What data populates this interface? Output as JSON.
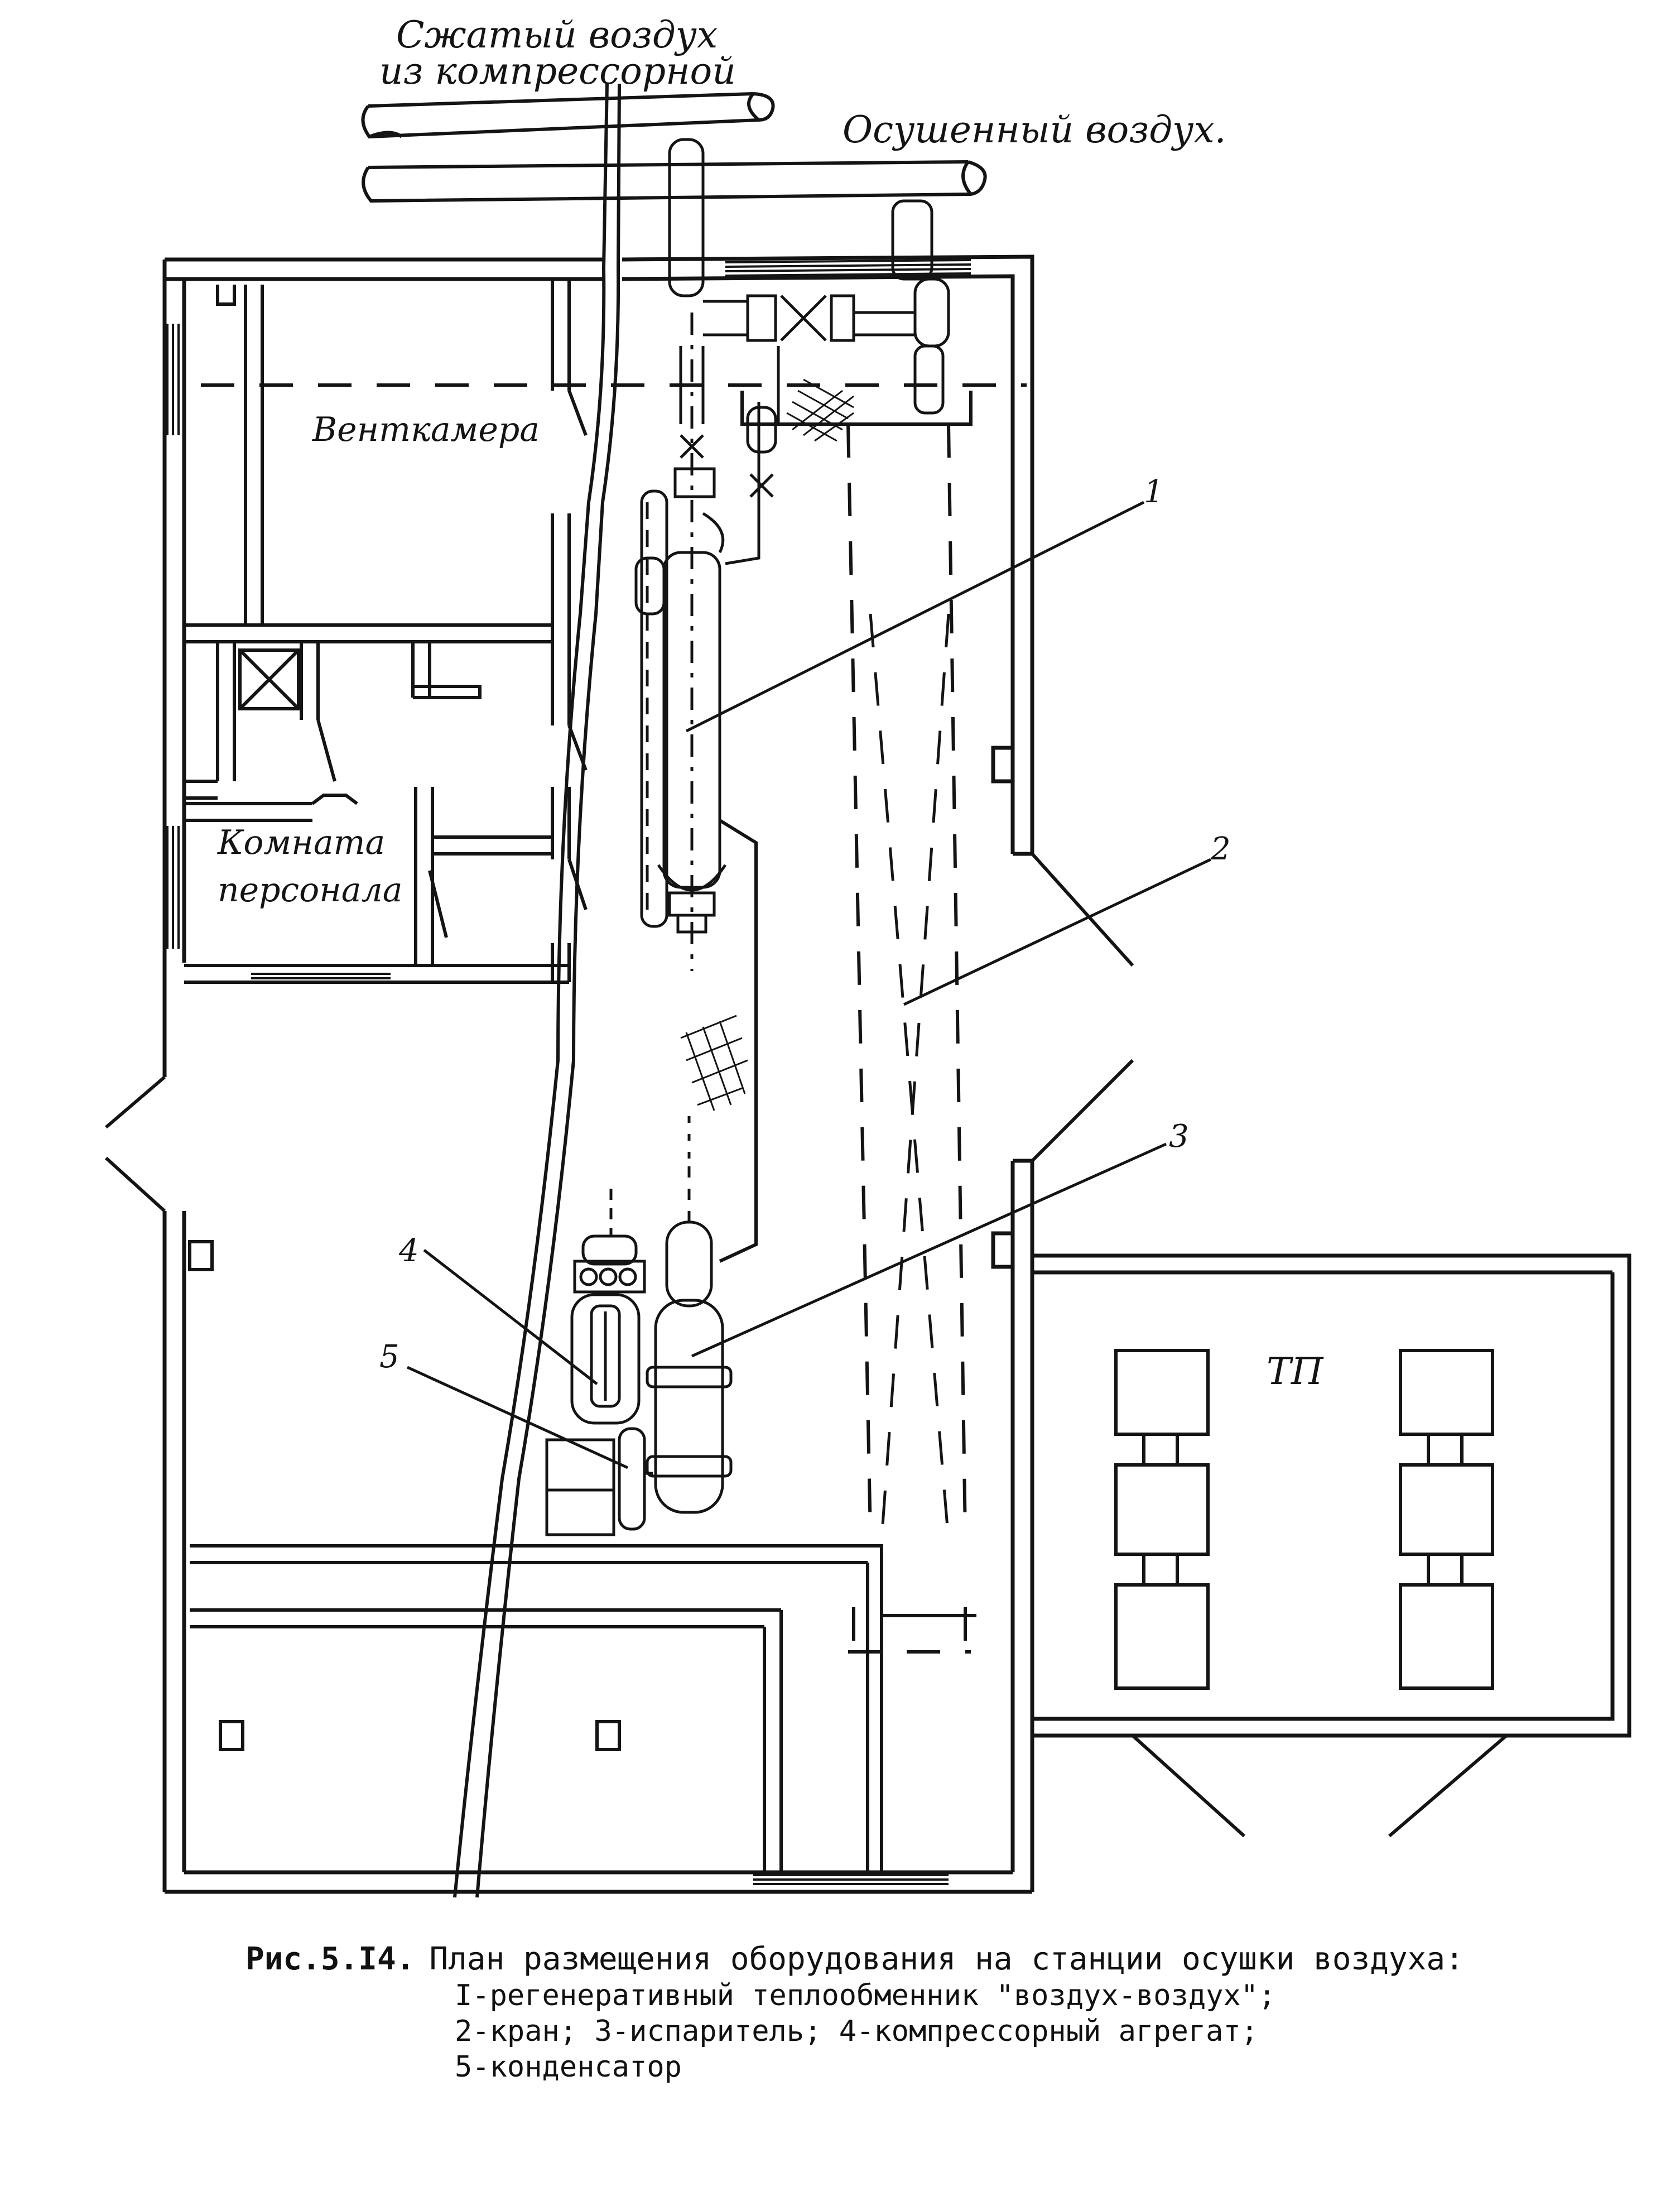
{
  "labels": {
    "compressed_air_line1": "Сжатый воздух",
    "compressed_air_line2": "из компрессорной",
    "dried_air": "Осушенный воздух.",
    "vent_chamber": "Венткамера",
    "staff_room_line1": "Комната",
    "staff_room_line2": "персонала",
    "substation": "ТП",
    "marker_1": "1",
    "marker_2": "2",
    "marker_3": "3",
    "marker_4": "4",
    "marker_5": "5"
  },
  "caption": {
    "figure": "Рис.5.I4.",
    "title": "План размещения оборудования на станции осушки воздуха:",
    "items": [
      "I-регенеративный теплообменник \"воздух-воздух\";",
      "2-кран; 3-испаритель; 4-компрессорный агрегат;",
      "5-конденсатор"
    ]
  },
  "colors": {
    "ink": "#141414",
    "paper": "#ffffff"
  }
}
